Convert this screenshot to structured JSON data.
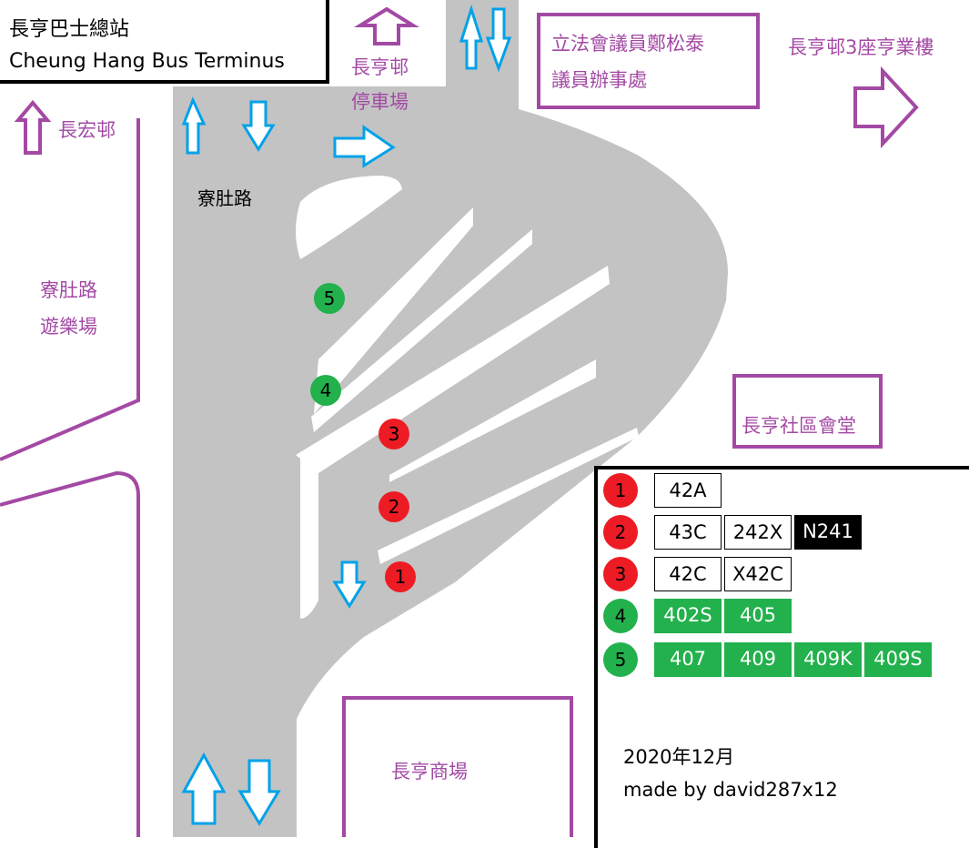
{
  "title": {
    "chinese": "長亨巴士總站",
    "english": "Cheung Hang Bus Terminus"
  },
  "labels": {
    "cheung_hang_car_park_1": "長亨邨",
    "cheung_hang_car_park_2": "停車場",
    "legco_office_1": "立法會議員鄭松泰",
    "legco_office_2": "議員辦事處",
    "block3": "長亨邨3座亨業樓",
    "cheung_wang": "長宏邨",
    "road": "寮肚路",
    "playground_1": "寮肚路",
    "playground_2": "遊樂場",
    "community_hall": "長亨社區會堂",
    "shopping_centre": "長亨商場"
  },
  "platform_markers": [
    {
      "num": "5",
      "color": "green"
    },
    {
      "num": "4",
      "color": "green"
    },
    {
      "num": "3",
      "color": "red"
    },
    {
      "num": "2",
      "color": "red"
    },
    {
      "num": "1",
      "color": "red"
    }
  ],
  "legend": [
    {
      "platform": "1",
      "color": "red",
      "routes": [
        {
          "code": "42A",
          "style": "white"
        }
      ]
    },
    {
      "platform": "2",
      "color": "red",
      "routes": [
        {
          "code": "43C",
          "style": "white"
        },
        {
          "code": "242X",
          "style": "white"
        },
        {
          "code": "N241",
          "style": "black"
        }
      ]
    },
    {
      "platform": "3",
      "color": "red",
      "routes": [
        {
          "code": "42C",
          "style": "white"
        },
        {
          "code": "X42C",
          "style": "white"
        }
      ]
    },
    {
      "platform": "4",
      "color": "green",
      "routes": [
        {
          "code": "402S",
          "style": "green"
        },
        {
          "code": "405",
          "style": "green"
        }
      ]
    },
    {
      "platform": "5",
      "color": "green",
      "routes": [
        {
          "code": "407",
          "style": "green"
        },
        {
          "code": "409",
          "style": "green"
        },
        {
          "code": "409K",
          "style": "green"
        },
        {
          "code": "409S",
          "style": "green"
        }
      ]
    }
  ],
  "footer": {
    "date": "2020年12月",
    "credit": "made by david287x12"
  },
  "colors": {
    "road": "#c3c3c3",
    "outline": "#a349a4",
    "arrow_blue": "#00a2e8",
    "red": "#ed1c24",
    "green": "#22b14c",
    "black": "#000000"
  }
}
